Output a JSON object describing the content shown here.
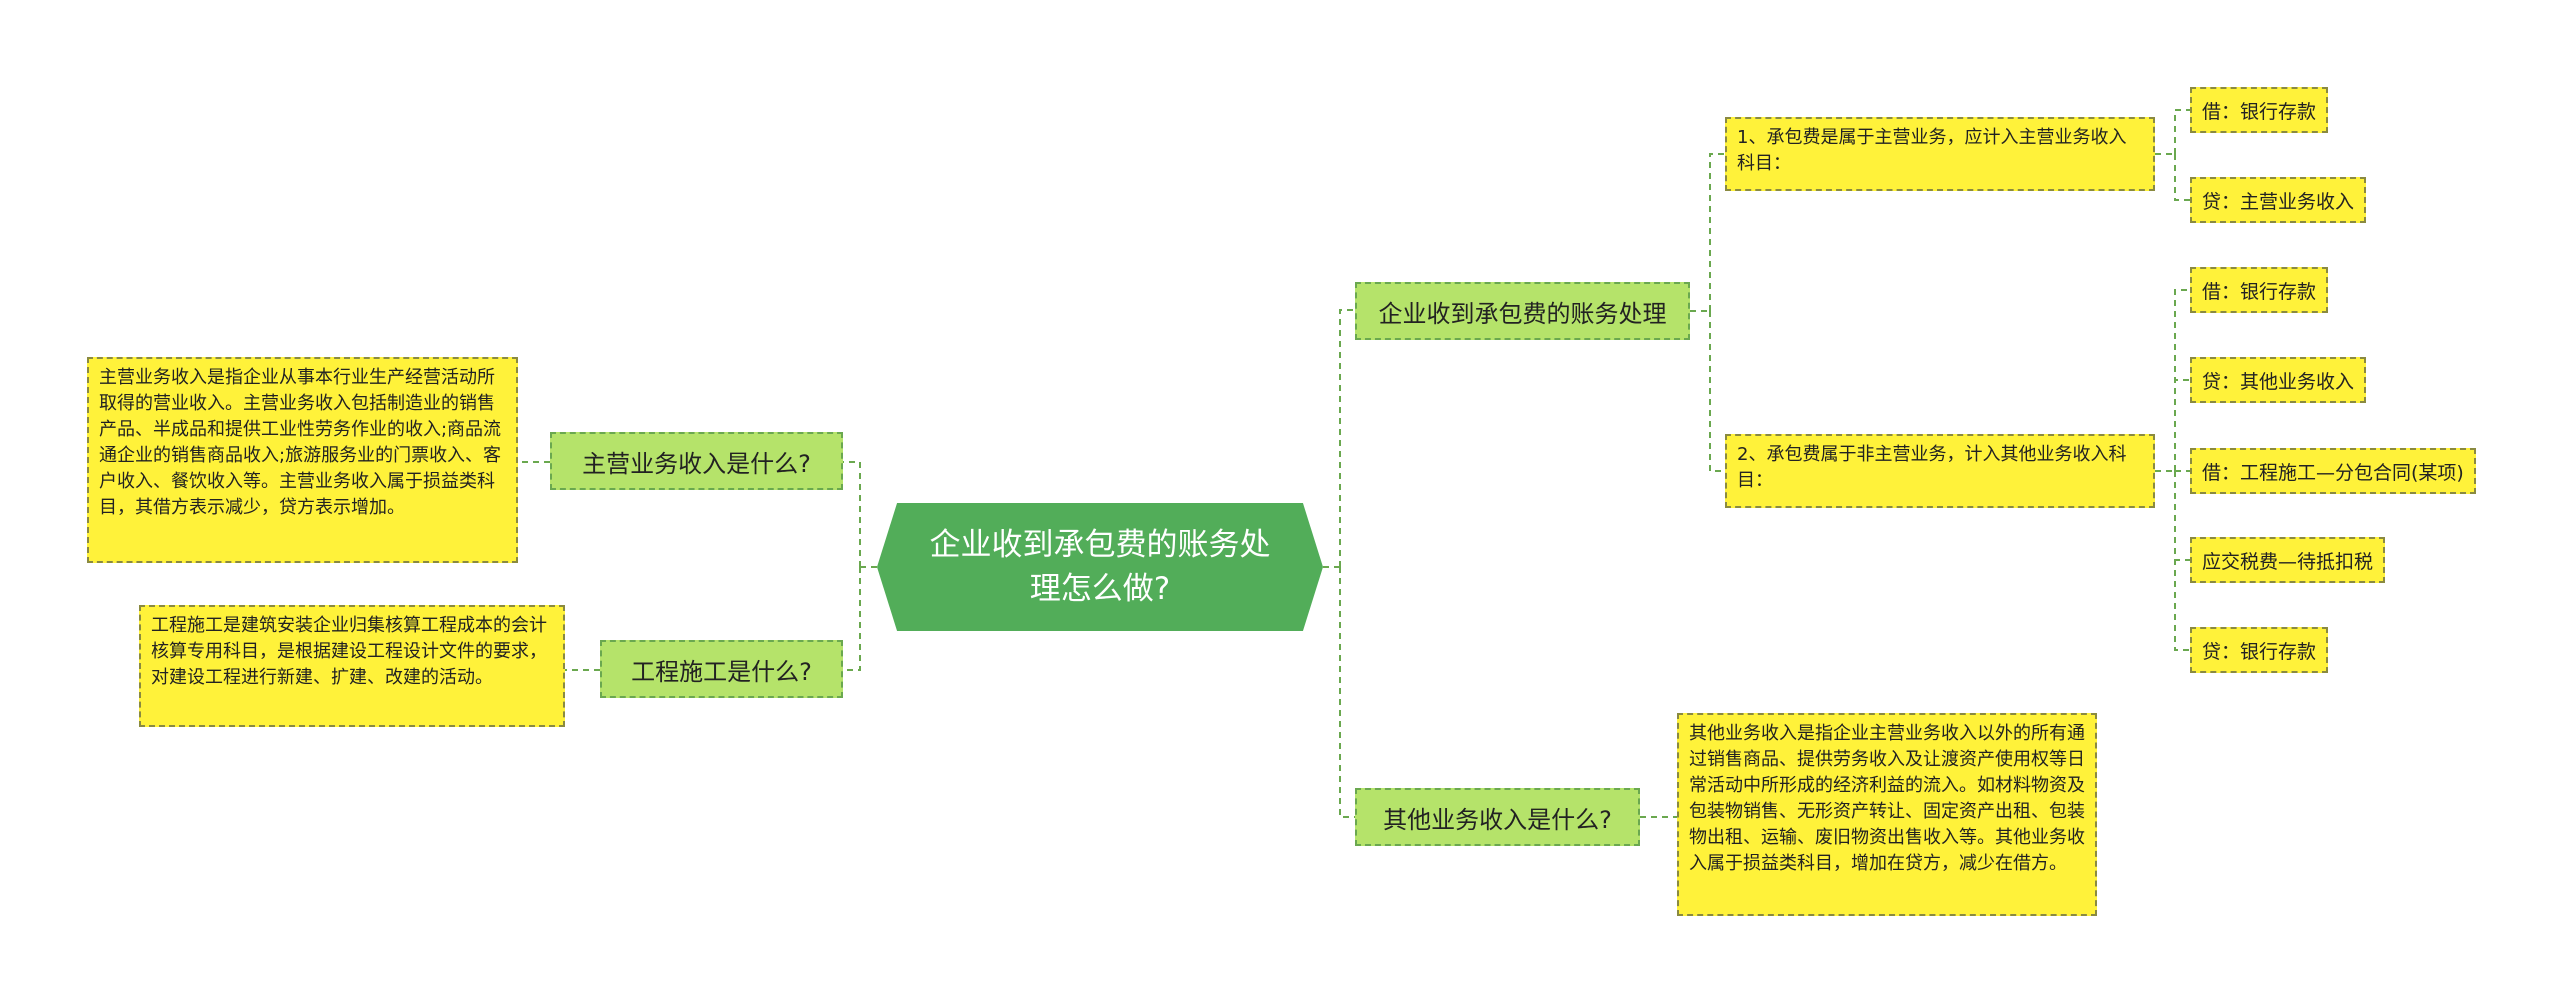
{
  "central": {
    "title": "企业收到承包费的账务处理怎么做?"
  },
  "right": {
    "branch1": {
      "label": "企业收到承包费的账务处理",
      "sub1": {
        "text": "1、承包费是属于主营业务，应计入主营业务收入科目：",
        "leaves": [
          "借：银行存款",
          "贷：主营业务收入"
        ]
      },
      "sub2": {
        "text": "2、承包费属于非主营业务，计入其他业务收入科目：",
        "leaves": [
          "借：银行存款",
          "贷：其他业务收入",
          "借：工程施工—分包合同(某项)",
          "应交税费—待抵扣税",
          "贷：银行存款"
        ]
      }
    },
    "branch2": {
      "label": "其他业务收入是什么?",
      "note": "其他业务收入是指企业主营业务收入以外的所有通过销售商品、提供劳务收入及让渡资产使用权等日常活动中所形成的经济利益的流入。如材料物资及包装物销售、无形资产转让、固定资产出租、包装物出租、运输、废旧物资出售收入等。其他业务收入属于损益类科目，增加在贷方，减少在借方。"
    }
  },
  "left": {
    "branch1": {
      "label": "主营业务收入是什么?",
      "note": "主营业务收入是指企业从事本行业生产经营活动所取得的营业收入。主营业务收入包括制造业的销售产品、半成品和提供工业性劳务作业的收入;商品流通企业的销售商品收入;旅游服务业的门票收入、客户收入、餐饮收入等。主营业务收入属于损益类科目，其借方表示减少，贷方表示增加。"
    },
    "branch2": {
      "label": "工程施工是什么?",
      "note": "工程施工是建筑安装企业归集核算工程成本的会计核算专用科目，是根据建设工程设计文件的要求，对建设工程进行新建、扩建、改建的活动。"
    }
  }
}
